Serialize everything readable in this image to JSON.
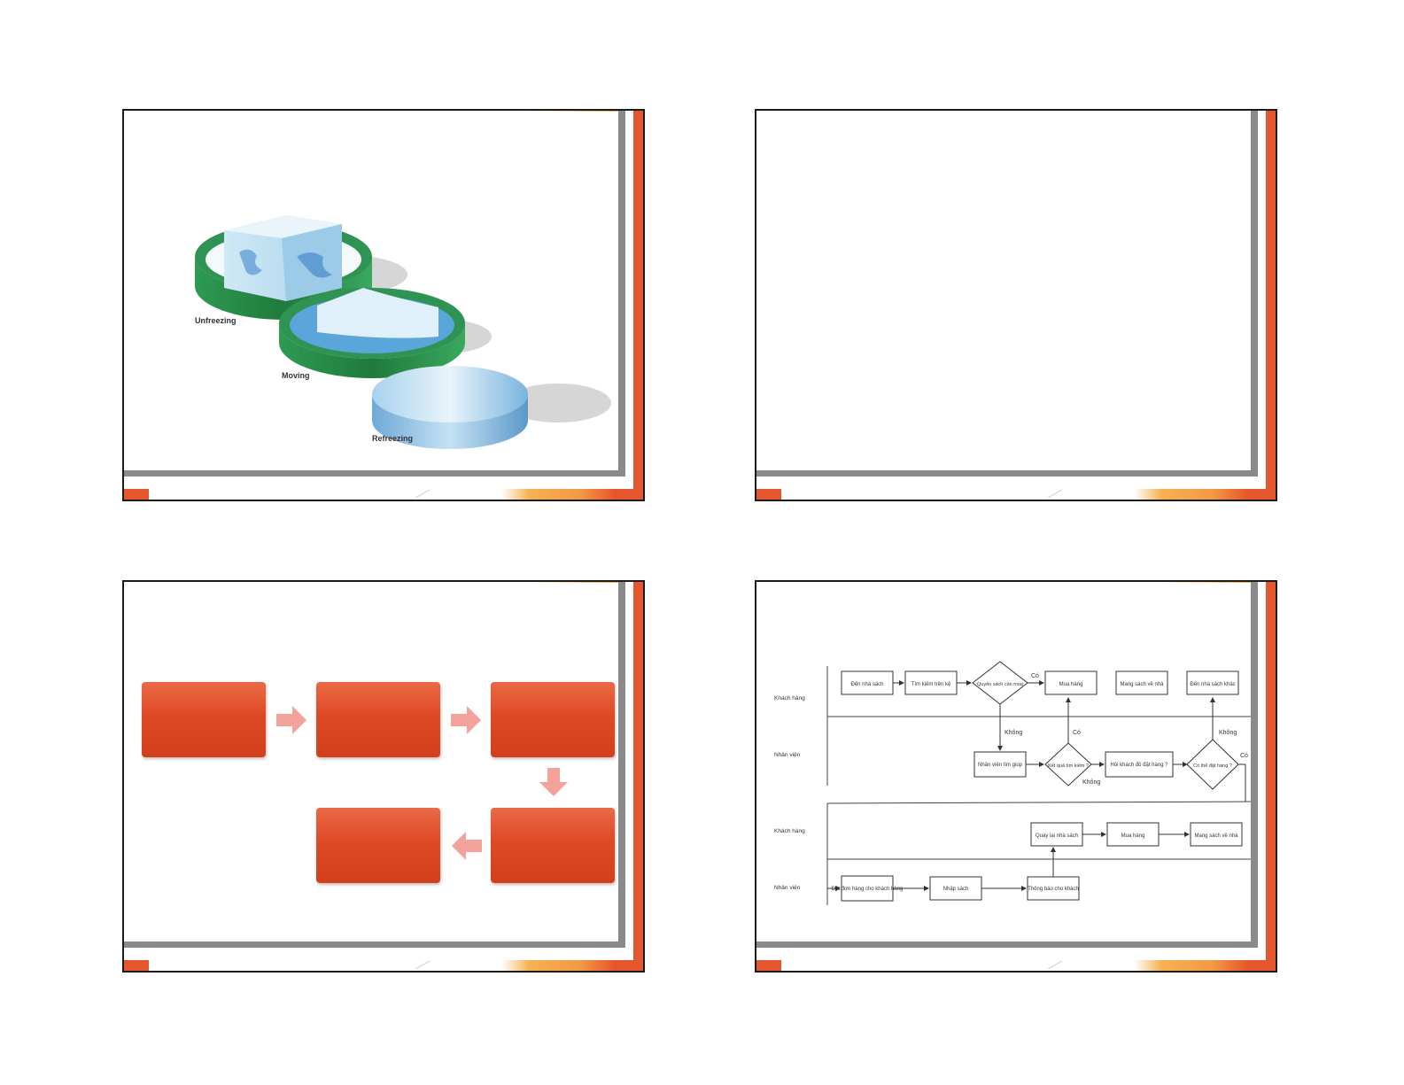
{
  "slide1": {
    "labels": {
      "unfreezing": "Unfreezing",
      "moving": "Moving",
      "refreezing": "Refreezing"
    }
  },
  "slide3": {
    "boxes": 5
  },
  "slide4": {
    "lanes": {
      "top_customer": "Khách hàng",
      "top_staff": "Nhân viên",
      "bottom_customer": "Khách hàng",
      "bottom_staff": "Nhân viên"
    },
    "nodes": {
      "den_nha_sach": "Đến nhà sách",
      "tim_kiem": "Tìm kiếm trên kệ",
      "quyen_sach": "Quyển sách cần mua",
      "mua_hang_top": "Mua hàng",
      "mang_sach_ve_nha": "Mang sách về nhà",
      "den_nha_sach_khac": "Đến nhà sách khác",
      "nhan_vien_tim_giup": "Nhân viên tìm giúp",
      "ket_qua": "Kết quả tìm kiếm ?",
      "hoi_khach": "Hỏi khách đồ đặt hàng ?",
      "co_the_dat_hang": "Có thể đặt hàng ?",
      "quay_lai": "Quay lại nhà sách",
      "mua_hang_bottom": "Mua hàng",
      "mang_sach_ve_nha_2": "Mang sách về nhà",
      "dat_don_hang": "Đặt đơn hàng cho khách hàng",
      "nhap_sach": "Nhập sách",
      "thong_bao": "Thông báo cho khách"
    },
    "edge_labels": {
      "co_1": "Có",
      "khong_1": "Không",
      "co_2": "Có",
      "khong_2": "Không",
      "khong_3": "Không",
      "co_3": "Có"
    }
  }
}
